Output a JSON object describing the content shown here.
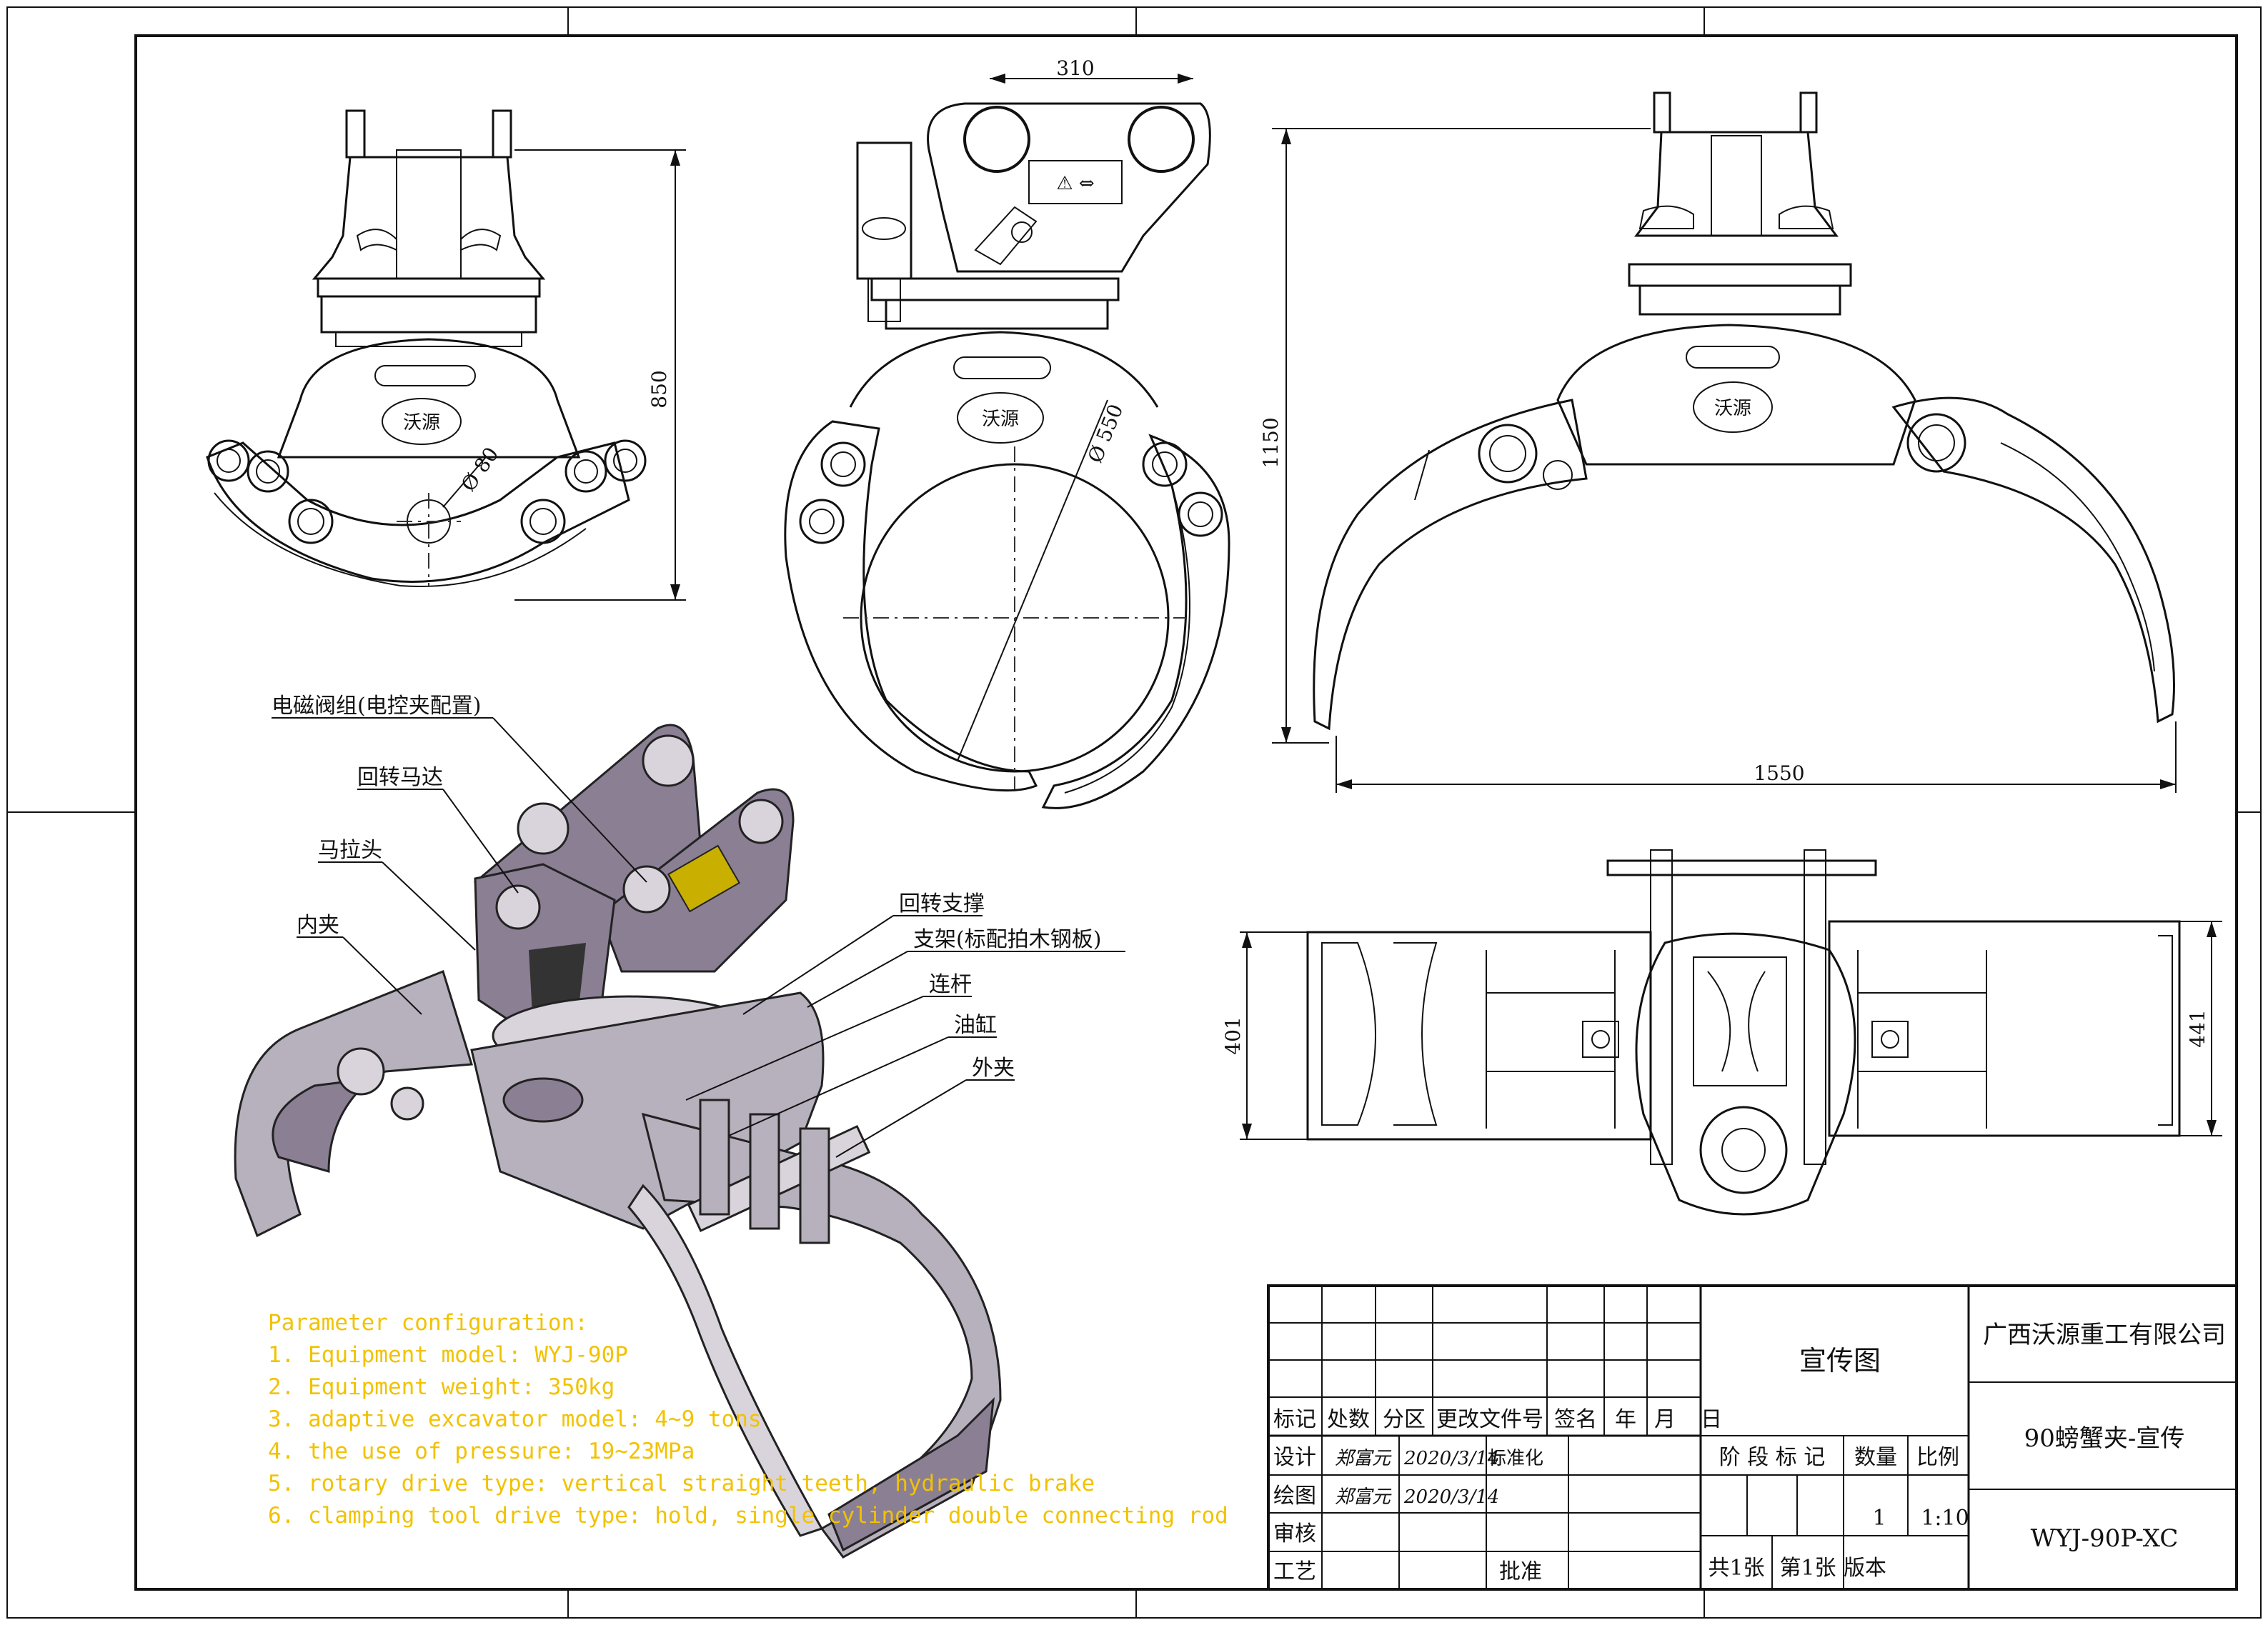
{
  "callouts": [
    "电磁阀组(电控夹配置)",
    "回转马达",
    "马拉头",
    "内夹",
    "回转支撑",
    "支架(标配拍木钢板)",
    "连杆",
    "油缸",
    "外夹"
  ],
  "dimensions": {
    "top_width": "310",
    "front_height": "850",
    "pin_dia": "Ø 80",
    "grip_dia": "Ø 550",
    "open_height": "1150",
    "open_width": "1550",
    "plan_left": "401",
    "plan_right": "441"
  },
  "parameters": {
    "heading": "Parameter configuration:",
    "lines": [
      "1. Equipment model: WYJ-90P",
      "2. Equipment weight: 350kg",
      "3. adaptive excavator model: 4~9 tons",
      "4. the use of pressure: 19~23MPa",
      "5. rotary drive type: vertical straight teeth, hydraulic brake",
      "6. clamping tool drive type: hold, single cylinder double connecting rod"
    ]
  },
  "title_block": {
    "col_headers": [
      "标记",
      "处数",
      "分区",
      "更改文件号",
      "签名",
      "年",
      "月",
      "日"
    ],
    "design_label": "设计",
    "design_name": "郑富元",
    "design_date": "2020/3/14",
    "standard_label": "标准化",
    "draw_label": "绘图",
    "draw_name": "郑富元",
    "draw_date": "2020/3/14",
    "review_label": "审核",
    "process_label": "工艺",
    "approve_label": "批准",
    "drawing_title": "宣传图",
    "stage_label": "阶 段 标 记",
    "qty_label": "数量",
    "scale_label": "比例",
    "qty": "1",
    "scale": "1:10",
    "sheets_total": "共1张",
    "sheet_no": "第1张",
    "version_label": "版本",
    "company": "广西沃源重工有限公司",
    "product": "90螃蟹夹-宣传",
    "drawing_no": "WYJ-90P-XC"
  },
  "colors": {
    "line": "#111111",
    "body_3d": "#b7b0bd",
    "dark_3d": "#8b7f94",
    "param_text": "#f2c200"
  }
}
